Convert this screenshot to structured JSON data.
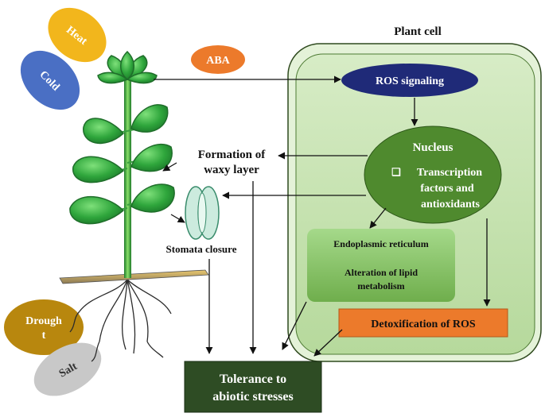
{
  "stressors": {
    "heat": "Heat",
    "cold": "Cold",
    "aba": "ABA",
    "drought_line1": "Drough",
    "drought_line2": "t",
    "salt": "Salt"
  },
  "cell": {
    "title": "Plant cell",
    "ros_signaling": "ROS signaling",
    "nucleus_title": "Nucleus",
    "nucleus_bullet": "❑",
    "nucleus_line1": "Transcription",
    "nucleus_line2": "factors and",
    "nucleus_line3": "antioxidants",
    "er_line1": "Endoplasmic reticulum",
    "er_line2": "Alteration of lipid",
    "er_line3": "metabolism",
    "detox": "Detoxification of ROS"
  },
  "plant": {
    "waxy_line1": "Formation of",
    "waxy_line2": "waxy layer",
    "stomata": "Stomata closure"
  },
  "outcome": {
    "line1": "Tolerance to",
    "line2": "abiotic stresses"
  },
  "colors": {
    "heat": "#f2b61c",
    "cold": "#4a6fc4",
    "aba": "#ec7a2b",
    "drought": "#b8870e",
    "salt": "#c8c8c8",
    "cell_fill": "#c8e2b4",
    "cell_border": "#2f4a1f",
    "ros": "#1f2a78",
    "nucleus": "#4f8a2e",
    "er": "#8cc46a",
    "detox": "#ec7a2b",
    "outcome": "#2e4c24",
    "leaf": "#3fb54a"
  }
}
